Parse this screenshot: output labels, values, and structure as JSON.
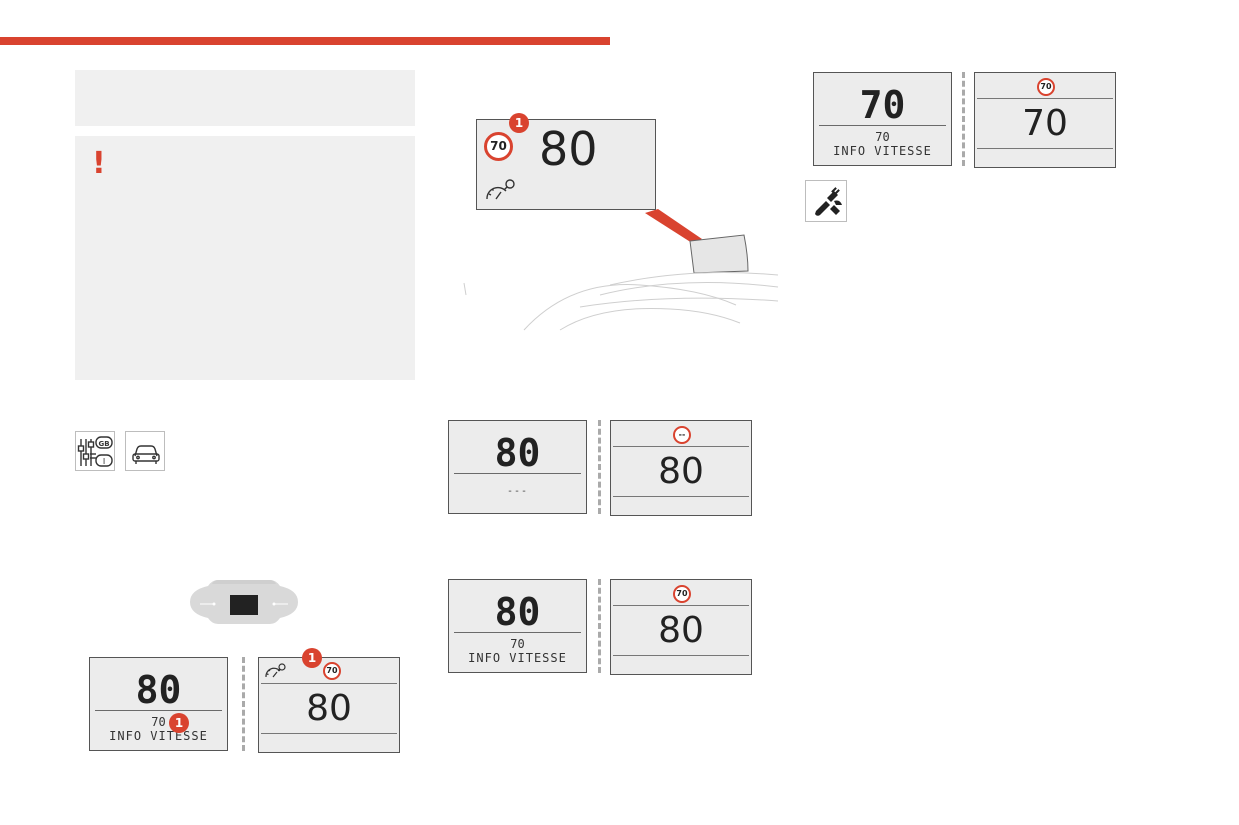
{
  "colors": {
    "accent": "#d9432f",
    "panel_bg": "#f0f0f0",
    "lcd_bg": "#ececec"
  },
  "warning": {
    "symbol": "!"
  },
  "icons": {
    "settings": "settings-sliders-gb-i-icon",
    "vehicle": "car-icon",
    "service": "service-tools-icon",
    "dashboard": "instrument-panel-icon",
    "speed_sensor": "speedometer-camera-icon"
  },
  "hud_display": {
    "limit": "70",
    "speed": "80",
    "badge": "1"
  },
  "instrument_panel": {
    "lcd": {
      "speed": "80",
      "limit": "70",
      "label": "INFO VITESSE",
      "badge": "1"
    },
    "cluster": {
      "limit": "70",
      "speed": "80",
      "badge": "1"
    }
  },
  "example_no_limit": {
    "lcd": {
      "speed": "80",
      "limit": "---"
    },
    "cluster": {
      "limit": "--",
      "speed": "80"
    }
  },
  "example_overspeed": {
    "lcd": {
      "speed": "80",
      "limit": "70",
      "label": "INFO VITESSE"
    },
    "cluster": {
      "limit": "70",
      "speed": "80"
    }
  },
  "example_at_limit": {
    "lcd": {
      "speed": "70",
      "limit": "70",
      "label": "INFO VITESSE"
    },
    "cluster": {
      "limit": "70",
      "speed": "70"
    }
  }
}
